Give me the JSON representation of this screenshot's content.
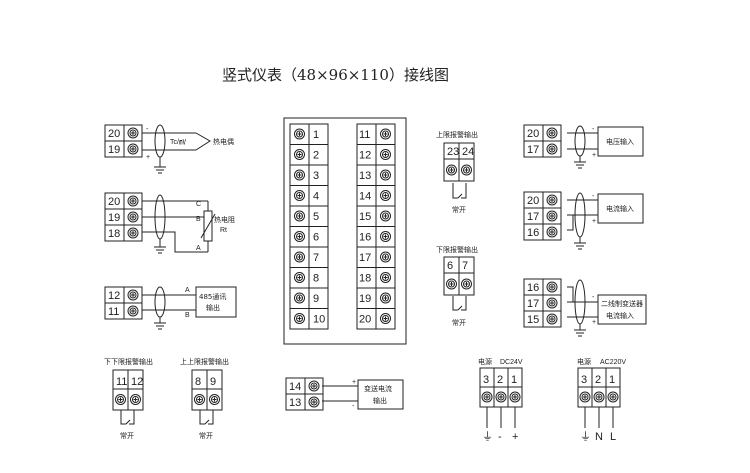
{
  "title": "竖式仪表（48×96×110）接线图",
  "main_block": {
    "left_terminals": [
      "1",
      "2",
      "3",
      "4",
      "5",
      "6",
      "7",
      "8",
      "9",
      "10"
    ],
    "right_terminals": [
      "11",
      "12",
      "13",
      "14",
      "15",
      "16",
      "17",
      "18",
      "19",
      "20"
    ]
  },
  "thermocouple": {
    "terminals": [
      "20",
      "19"
    ],
    "signs": [
      "-",
      "+"
    ],
    "type_label": "Tc/㎷",
    "device": "热电偶"
  },
  "rtd": {
    "terminals": [
      "20",
      "19",
      "18"
    ],
    "wire_labels": [
      "C",
      "B",
      "A"
    ],
    "device": "热电阻",
    "symbol": "Rt"
  },
  "rs485": {
    "terminals": [
      "12",
      "11"
    ],
    "wire_labels": [
      "A",
      "B"
    ],
    "device_line1": "485通讯",
    "device_line2": "输出"
  },
  "upper_alarm": {
    "title": "上限报警输出",
    "terminals": [
      "23",
      "24"
    ],
    "contact": "常开"
  },
  "lower_alarm": {
    "title": "下限报警输出",
    "terminals": [
      "6",
      "7"
    ],
    "contact": "常开"
  },
  "voltage_input": {
    "terminals": [
      "20",
      "17"
    ],
    "signs": [
      "-",
      "+"
    ],
    "device": "电压输入"
  },
  "current_input": {
    "terminals": [
      "20",
      "17",
      "16"
    ],
    "signs": [
      "-",
      "+"
    ],
    "device": "电流输入"
  },
  "two_wire_transmitter": {
    "terminals": [
      "16",
      "17",
      "15"
    ],
    "signs": [
      "-",
      "+"
    ],
    "device_line1": "二线制变送器",
    "device_line2": "电流输入"
  },
  "lowlow_alarm": {
    "title": "下下限报警输出",
    "terminals": [
      "11",
      "12"
    ],
    "contact": "常开"
  },
  "highhigh_alarm": {
    "title": "上上限报警输出",
    "terminals": [
      "8",
      "9"
    ],
    "contact": "常开"
  },
  "transmit_output": {
    "terminals": [
      "14",
      "13"
    ],
    "signs": [
      "+",
      "-"
    ],
    "device_line1": "变送电流",
    "device_line2": "输出"
  },
  "power_dc": {
    "title": "电源",
    "spec": "DC24V",
    "terminals": [
      "3",
      "2",
      "1"
    ],
    "symbols": [
      "⏚",
      "-",
      "+"
    ]
  },
  "power_ac": {
    "title": "电源",
    "spec": "AC220V",
    "terminals": [
      "3",
      "2",
      "1"
    ],
    "symbols": [
      "⏚",
      "N",
      "L"
    ]
  }
}
